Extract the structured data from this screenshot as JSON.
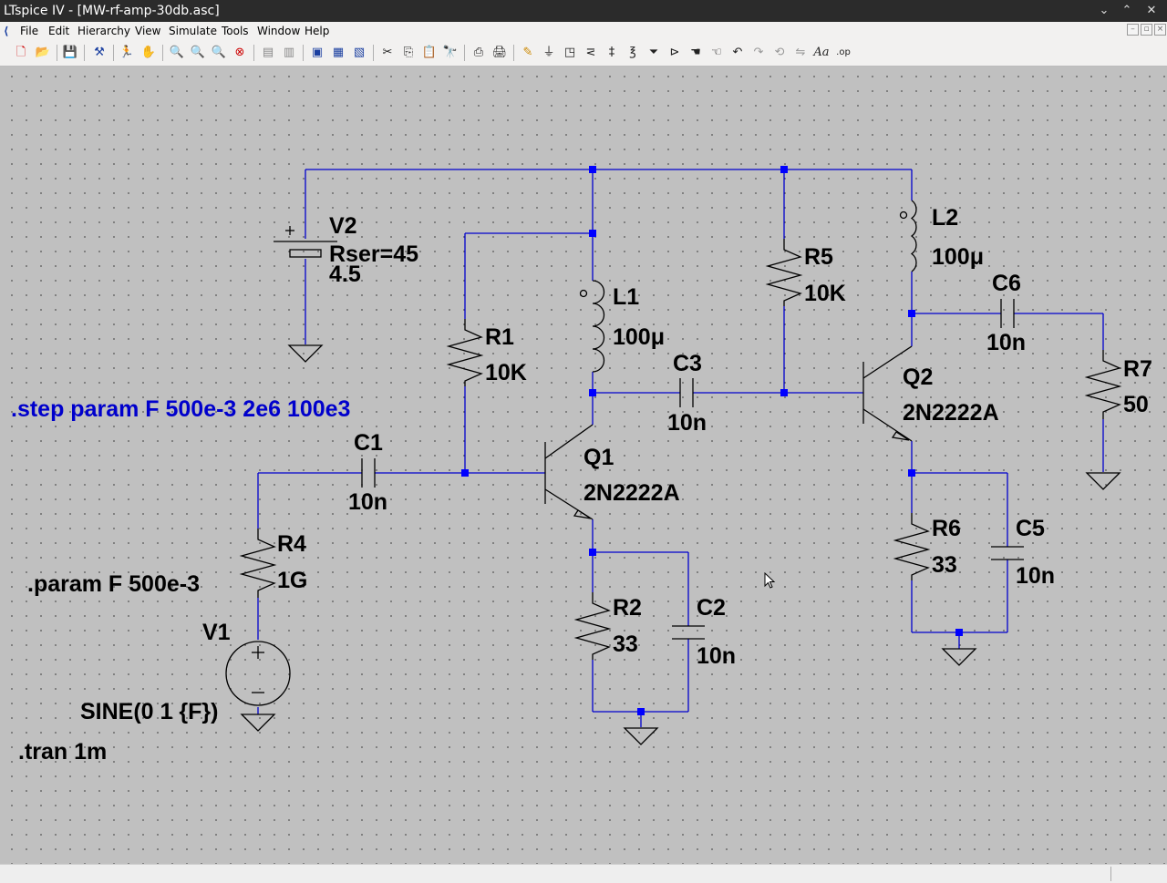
{
  "window": {
    "title": "LTspice IV - [MW-rf-amp-30db.asc]"
  },
  "menu": [
    "File",
    "Edit",
    "Hierarchy",
    "View",
    "Simulate",
    "Tools",
    "Window",
    "Help"
  ],
  "toolbar_icons": [
    "new-schematic-icon",
    "open-icon",
    "save-icon",
    "control-panel-icon",
    "run-icon",
    "pan-icon",
    "zoom-in-icon",
    "zoom-area-icon",
    "zoom-out-icon",
    "zoom-cancel-icon",
    "tile-horizontal-icon",
    "tile-vertical-icon",
    "cascade-icon",
    "close-window-icon",
    "layer-icon",
    "cut-icon",
    "copy-icon",
    "paste-icon",
    "find-icon",
    "print-setup-icon",
    "print-icon",
    "draw-wire-icon",
    "ground-icon",
    "label-net-icon",
    "resistor-icon",
    "capacitor-icon",
    "inductor-icon",
    "diode-icon",
    "component-icon",
    "move-icon",
    "drag-icon",
    "undo-icon",
    "redo-icon",
    "rotate-icon",
    "mirror-icon",
    "text-icon",
    "spice-directive-icon"
  ],
  "components": {
    "V2": {
      "name": "V2",
      "param1": "Rser=45",
      "value": "4.5"
    },
    "V1": {
      "name": "V1",
      "value": "SINE(0 1 {F})"
    },
    "R1": {
      "name": "R1",
      "value": "10K"
    },
    "R2": {
      "name": "R2",
      "value": "33"
    },
    "R4": {
      "name": "R4",
      "value": "1G"
    },
    "R5": {
      "name": "R5",
      "value": "10K"
    },
    "R6": {
      "name": "R6",
      "value": "33"
    },
    "R7": {
      "name": "R7",
      "value": "50"
    },
    "C1": {
      "name": "C1",
      "value": "10n"
    },
    "C2": {
      "name": "C2",
      "value": "10n"
    },
    "C3": {
      "name": "C3",
      "value": "10n"
    },
    "C5": {
      "name": "C5",
      "value": "10n"
    },
    "C6": {
      "name": "C6",
      "value": "10n"
    },
    "L1": {
      "name": "L1",
      "value": "100μ"
    },
    "L2": {
      "name": "L2",
      "value": "100μ"
    },
    "Q1": {
      "name": "Q1",
      "value": "2N2222A"
    },
    "Q2": {
      "name": "Q2",
      "value": "2N2222A"
    }
  },
  "directives": {
    "step": ".step param F 500e-3 2e6 100e3",
    "param": ".param F 500e-3",
    "tran": ".tran 1m"
  },
  "colors": {
    "wire": "#0000cc",
    "junction": "#0000ff",
    "directive": "#0000cc",
    "label": "#000000",
    "symbol": "#000000",
    "canvas": "#c0c0c0"
  }
}
